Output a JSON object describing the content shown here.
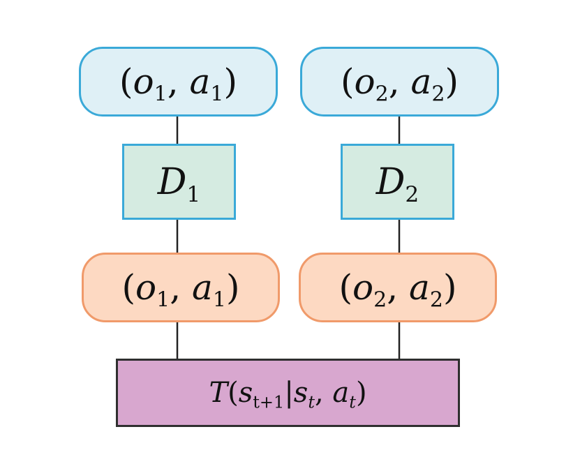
{
  "top_row": [
    {
      "obs": "o",
      "obs_sub": "1",
      "act": "a",
      "act_sub": "1"
    },
    {
      "obs": "o",
      "obs_sub": "2",
      "act": "a",
      "act_sub": "2"
    }
  ],
  "decentralized": [
    {
      "symbol": "D",
      "sub": "1"
    },
    {
      "symbol": "D",
      "sub": "2"
    }
  ],
  "middle_row": [
    {
      "obs": "o",
      "obs_sub": "1",
      "act": "a",
      "act_sub": "1"
    },
    {
      "obs": "o",
      "obs_sub": "2",
      "act": "a",
      "act_sub": "2"
    }
  ],
  "transition": {
    "func": "T",
    "state": "s",
    "next_sub": "t+1",
    "cur_sub": "t",
    "action": "a",
    "action_sub": "t"
  },
  "colors": {
    "top_fill": "#dff0f6",
    "top_border": "#3aa9d8",
    "decoder_fill": "#d5ebe1",
    "middle_fill": "#fdd9c2",
    "middle_border": "#f09a6a",
    "transition_fill": "#d8a7cf",
    "line": "#222222"
  }
}
